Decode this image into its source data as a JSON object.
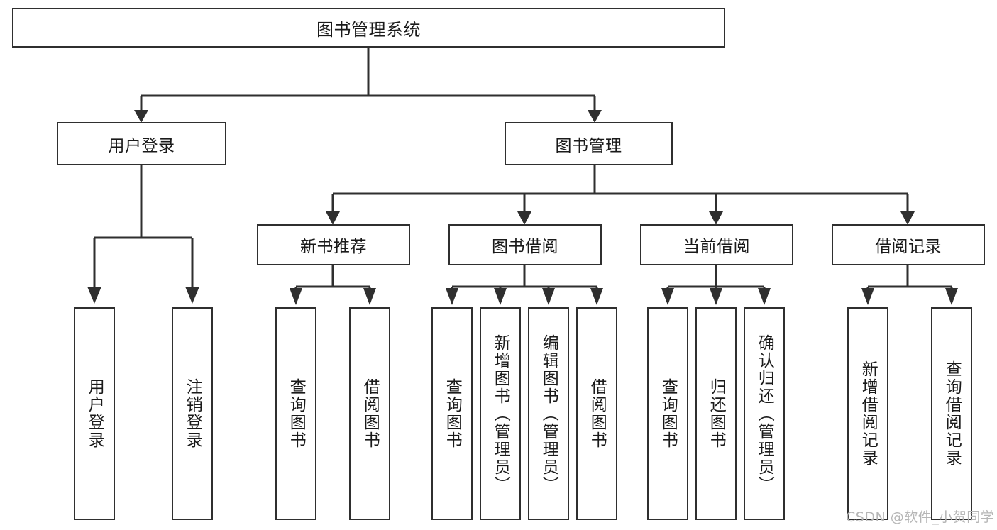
{
  "diagram": {
    "title": "图书管理系统",
    "type": "hierarchy-tree",
    "colors": {
      "box_border": "#2f2f2f",
      "box_fill": "#ffffff",
      "edge": "#2f2f2f",
      "text": "#1a1a1a",
      "watermark": "#b6b6b6"
    },
    "levels": {
      "root": {
        "label": "图书管理系统"
      },
      "level2": [
        {
          "label": "用户登录"
        },
        {
          "label": "图书管理"
        }
      ],
      "level3": [
        {
          "label": "新书推荐"
        },
        {
          "label": "图书借阅"
        },
        {
          "label": "当前借阅"
        },
        {
          "label": "借阅记录"
        }
      ],
      "leaves": {
        "user_login": [
          {
            "label": "用户登录"
          },
          {
            "label": "注销登录"
          }
        ],
        "new_book": [
          {
            "label": "查询图书"
          },
          {
            "label": "借阅图书"
          }
        ],
        "book_borrow": [
          {
            "label": "查询图书"
          },
          {
            "label": "新增图书（管理员）"
          },
          {
            "label": "编辑图书（管理员）"
          },
          {
            "label": "借阅图书"
          }
        ],
        "current_borrow": [
          {
            "label": "查询图书"
          },
          {
            "label": "归还图书"
          },
          {
            "label": "确认归还（管理员）"
          }
        ],
        "borrow_record": [
          {
            "label": "新增借阅记录"
          },
          {
            "label": "查询借阅记录"
          }
        ]
      }
    },
    "watermark": "CSDN @软件_小贺同学"
  }
}
